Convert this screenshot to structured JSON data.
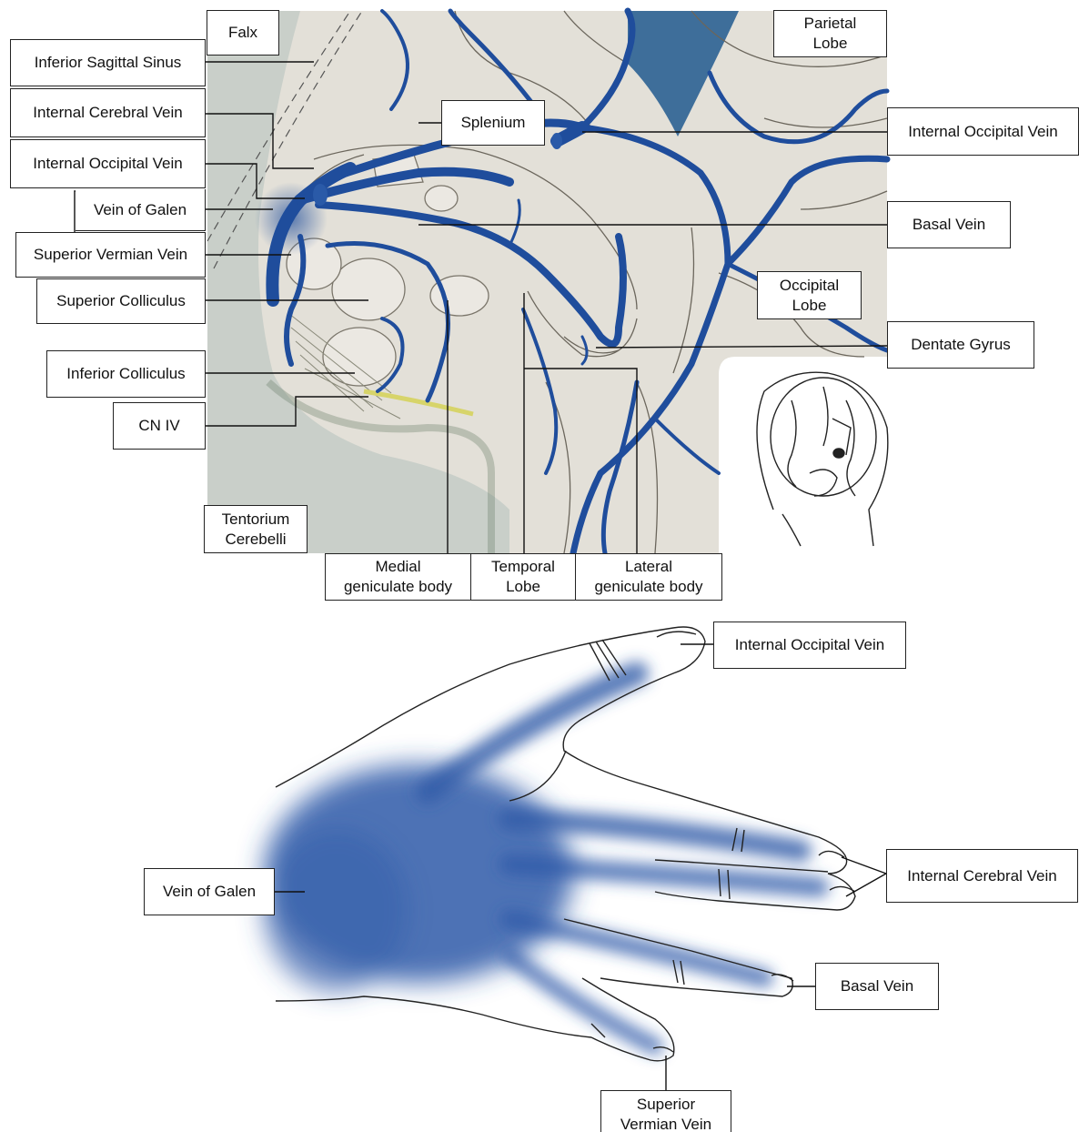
{
  "brain_panel": {
    "falx": "Falx",
    "inferior_sagittal_sinus": "Inferior Sagittal Sinus",
    "internal_cerebral_vein": "Internal Cerebral Vein",
    "internal_occipital_vein_left": "Internal Occipital Vein",
    "vein_of_galen": "Vein of Galen",
    "superior_vermian_vein": "Superior Vermian Vein",
    "superior_colliculus": "Superior Colliculus",
    "inferior_colliculus": "Inferior Colliculus",
    "cn_iv": "CN IV",
    "tentorium_cerebelli": [
      "Tentorium",
      "Cerebelli"
    ],
    "medial_geniculate_body": [
      "Medial",
      "geniculate body"
    ],
    "temporal_lobe": [
      "Temporal",
      "Lobe"
    ],
    "lateral_geniculate_body": [
      "Lateral",
      "geniculate body"
    ],
    "splenium": "Splenium",
    "parietal_lobe": [
      "Parietal",
      "Lobe"
    ],
    "internal_occipital_vein_right": "Internal Occipital Vein",
    "basal_vein": "Basal Vein",
    "occipital_lobe": [
      "Occipital",
      "Lobe"
    ],
    "dentate_gyrus": "Dentate Gyrus"
  },
  "hand_panel": {
    "internal_occipital_vein": "Internal Occipital Vein",
    "internal_cerebral_vein": "Internal Cerebral Vein",
    "vein_of_galen": "Vein of Galen",
    "basal_vein": "Basal Vein",
    "superior_vermian_vein": [
      "Superior",
      "Vermian Vein"
    ]
  },
  "colors": {
    "vein_blue": "#1f4d9c",
    "brain_tissue": "#e2dfd7",
    "tentorium": "#c8cec8",
    "falx_sinus": "#3e6e9a",
    "cn_iv_nerve": "#d7d46a"
  }
}
